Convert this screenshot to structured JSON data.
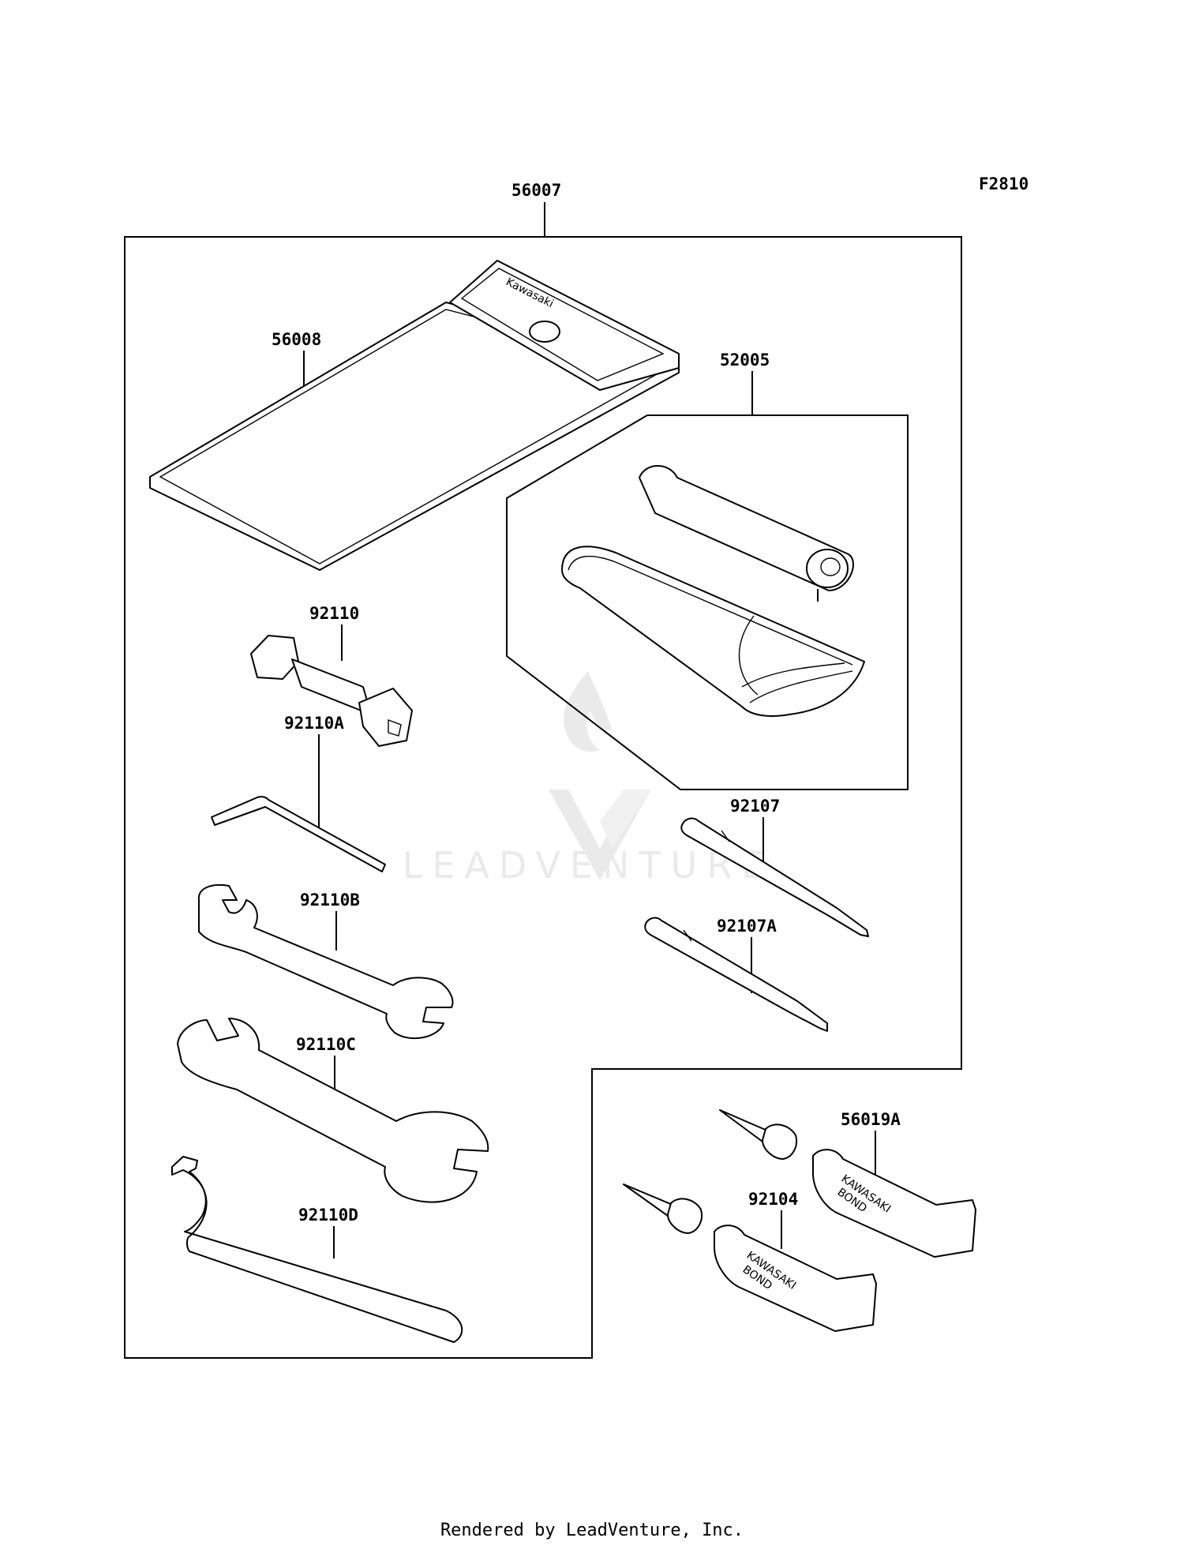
{
  "diagram": {
    "code": "F2810",
    "labels": {
      "kit": "56007",
      "case": "56008",
      "pump_kit": "52005",
      "plug_wrench": "92110",
      "hex_key": "92110A",
      "wrench_b": "92110B",
      "wrench_c": "92110C",
      "hook_wrench": "92110D",
      "screwdriver_1": "92107",
      "screwdriver_2": "92107A",
      "bond_1": "56019A",
      "bond_2": "92104"
    },
    "case_brand": "Kawasaki",
    "tube_brand": "KAWASAKI",
    "tube_word": "BOND"
  },
  "watermark": {
    "text": "LEADVENTURE"
  },
  "footer": "Rendered by LeadVenture, Inc.",
  "colors": {
    "line": "#000000",
    "watermark": "#d9d9d9",
    "background": "#ffffff"
  }
}
